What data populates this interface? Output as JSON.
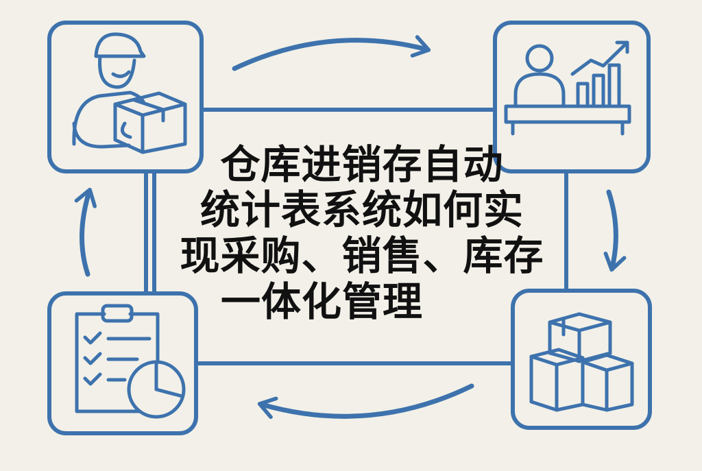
{
  "title": {
    "lines": [
      "仓库进销存自动",
      "统计表系统如何实",
      "现采购、销售、库存",
      "一体化管理"
    ]
  },
  "nodes": [
    {
      "id": "purchasing",
      "icon": "delivery-worker-with-box-icon"
    },
    {
      "id": "sales",
      "icon": "person-with-growth-chart-icon"
    },
    {
      "id": "inventory",
      "icon": "stacked-boxes-icon"
    },
    {
      "id": "reports",
      "icon": "clipboard-checklist-pie-chart-icon"
    }
  ],
  "flow": [
    "purchasing",
    "sales",
    "inventory",
    "reports",
    "purchasing"
  ],
  "colors": {
    "background": "#f2f0e8",
    "stroke": "#3d72ad",
    "text": "#111111",
    "card": "#f2f0e8"
  }
}
